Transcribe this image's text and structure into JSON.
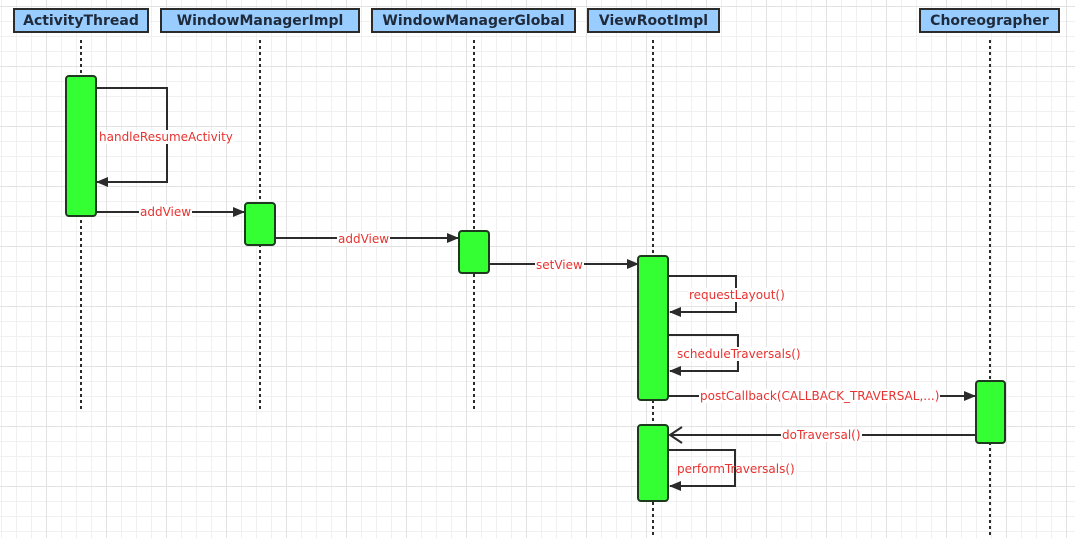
{
  "diagram": {
    "type": "sequence",
    "colors": {
      "actor_fill": "#99ccff",
      "activation_fill": "#33ff33",
      "message_text": "#e8322f",
      "line": "#2b2b2b"
    },
    "actors": [
      {
        "id": "activity_thread",
        "label": "ActivityThread"
      },
      {
        "id": "window_manager_impl",
        "label": "WindowManagerImpl"
      },
      {
        "id": "window_manager_global",
        "label": "WindowManagerGlobal"
      },
      {
        "id": "view_root_impl",
        "label": "ViewRootImpl"
      },
      {
        "id": "choreographer",
        "label": "Choreographer"
      }
    ],
    "messages": [
      {
        "label": "handleResumeActivity",
        "from": "ActivityThread",
        "to": "ActivityThread",
        "kind": "self"
      },
      {
        "label": "addView",
        "from": "ActivityThread",
        "to": "WindowManagerImpl",
        "kind": "sync"
      },
      {
        "label": "addView",
        "from": "WindowManagerImpl",
        "to": "WindowManagerGlobal",
        "kind": "sync"
      },
      {
        "label": "setView",
        "from": "WindowManagerGlobal",
        "to": "ViewRootImpl",
        "kind": "sync"
      },
      {
        "label": "requestLayout()",
        "from": "ViewRootImpl",
        "to": "ViewRootImpl",
        "kind": "self"
      },
      {
        "label": "scheduleTraversals()",
        "from": "ViewRootImpl",
        "to": "ViewRootImpl",
        "kind": "self"
      },
      {
        "label": "postCallback(CALLBACK_TRAVERSAL,...)",
        "from": "ViewRootImpl",
        "to": "Choreographer",
        "kind": "sync"
      },
      {
        "label": "doTraversal()",
        "from": "Choreographer",
        "to": "ViewRootImpl",
        "kind": "async"
      },
      {
        "label": "performTraversals()",
        "from": "ViewRootImpl",
        "to": "ViewRootImpl",
        "kind": "self"
      }
    ]
  }
}
